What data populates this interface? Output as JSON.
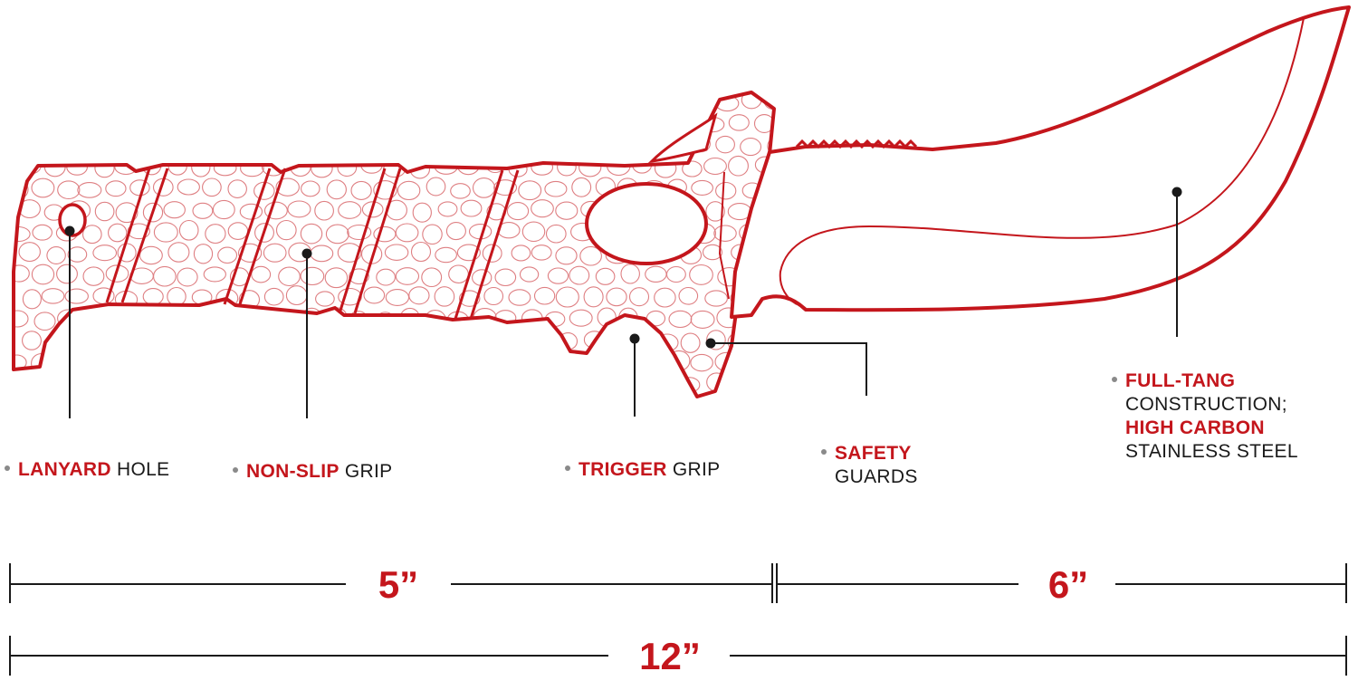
{
  "colors": {
    "accent": "#c4161c",
    "line": "#1a1a1a",
    "dot": "#8a8a8a",
    "background": "#ffffff"
  },
  "callouts": {
    "lanyard": {
      "highlight": "LANYARD",
      "rest": " HOLE"
    },
    "non_slip": {
      "highlight": "NON-SLIP",
      "rest": " GRIP"
    },
    "trigger": {
      "highlight": "TRIGGER",
      "rest": " GRIP"
    },
    "safety": {
      "highlight": "SAFETY",
      "rest": "GUARDS"
    },
    "full_tang": {
      "highlight1": "FULL-TANG",
      "rest1": "CONSTRUCTION;",
      "highlight2": "HIGH CARBON",
      "rest2": "STAINLESS STEEL"
    }
  },
  "dimensions": {
    "handle": "5”",
    "blade": "6”",
    "overall": "12”"
  }
}
